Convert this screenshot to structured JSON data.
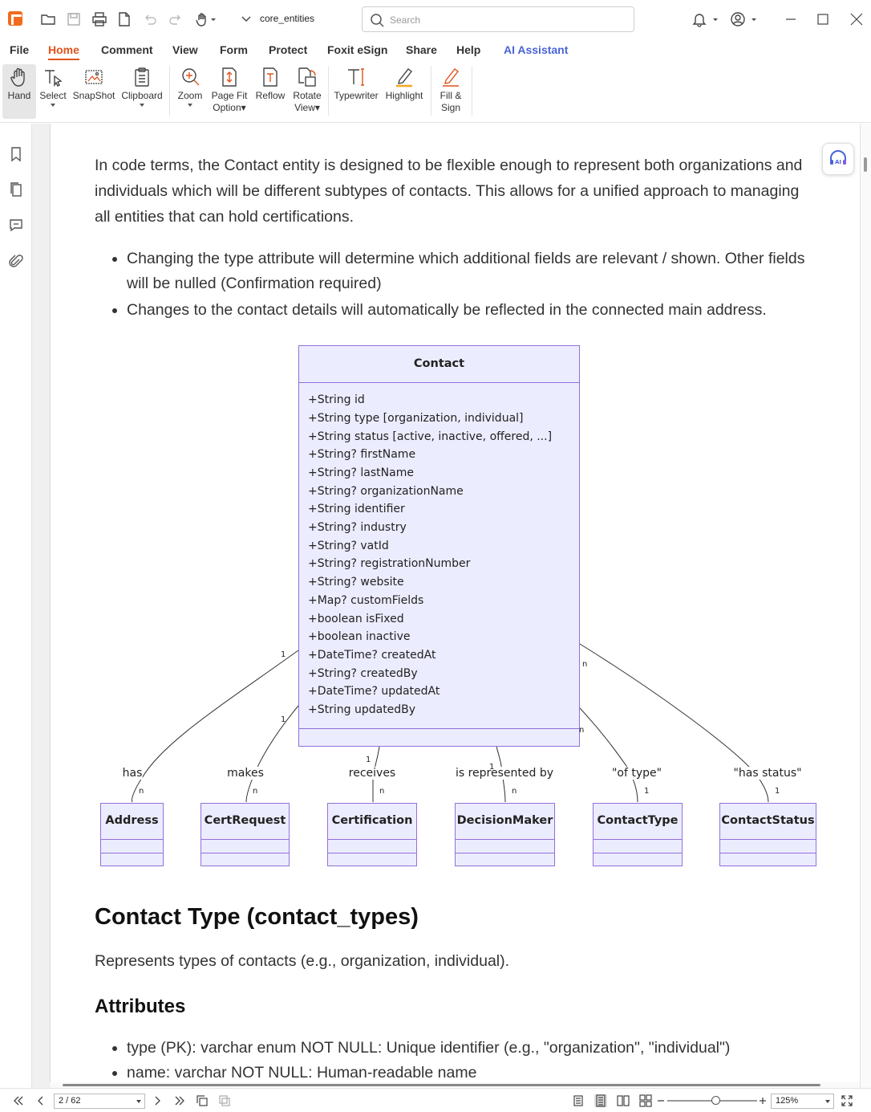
{
  "titlebar": {
    "doc_title": "core_entities",
    "search_placeholder": "Search"
  },
  "menu": {
    "items": [
      "File",
      "Home",
      "Comment",
      "View",
      "Form",
      "Protect",
      "Foxit eSign",
      "Share",
      "Help",
      "AI Assistant"
    ],
    "active": "Home"
  },
  "ribbon": {
    "hand": "Hand",
    "select": "Select",
    "snapshot": "SnapShot",
    "clipboard": "Clipboard",
    "zoom": "Zoom",
    "page_fit_1": "Page Fit",
    "page_fit_2": "Option",
    "reflow": "Reflow",
    "rotate_1": "Rotate",
    "rotate_2": "View",
    "typewriter": "Typewriter",
    "highlight": "Highlight",
    "fill_1": "Fill &",
    "fill_2": "Sign"
  },
  "document": {
    "intro_line1": "In code terms, the Contact entity is designed to be flexible enough to represent both organizations and",
    "intro_line2": "individuals which will be different subtypes of contacts. This allows for a unified approach to managing",
    "intro_line3": "all entities that can hold certifications.",
    "bullet1_line1": "Changing the type attribute will determine which additional fields are relevant / shown. Other fields",
    "bullet1_line2": "will be nulled (Confirmation required)",
    "bullet2": "Changes to the contact details will automatically be reflected in the connected main address.",
    "heading": "Contact Type (contact_types)",
    "heading_desc": "Represents types of contacts (e.g., organization, individual).",
    "subheading": "Attributes",
    "attr_bullet1": "type (PK): varchar enum NOT NULL: Unique identifier (e.g., \"organization\", \"individual\")",
    "attr_bullet2": "name: varchar NOT NULL: Human-readable name"
  },
  "diagram": {
    "contact": {
      "title": "Contact",
      "attributes": [
        "+String id",
        "+String type [organization, individual]",
        "+String status [active, inactive, offered, ...]",
        "+String? firstName",
        "+String? lastName",
        "+String? organizationName",
        "+String identifier",
        "+String? industry",
        "+String? vatId",
        "+String? registrationNumber",
        "+String? website",
        "+Map? customFields",
        "+boolean isFixed",
        "+boolean inactive",
        "+DateTime? createdAt",
        "+String? createdBy",
        "+DateTime? updatedAt",
        "+String updatedBy"
      ]
    },
    "classes": [
      "Address",
      "CertRequest",
      "Certification",
      "DecisionMaker",
      "ContactType",
      "ContactStatus"
    ],
    "relations": [
      {
        "label": "has",
        "from_mult": "1",
        "to_mult": "n"
      },
      {
        "label": "makes",
        "from_mult": "1",
        "to_mult": "n"
      },
      {
        "label": "receives",
        "from_mult": "1",
        "to_mult": "n"
      },
      {
        "label": "is represented by",
        "from_mult": "1",
        "to_mult": "n"
      },
      {
        "label": "\"of type\"",
        "from_mult": "n",
        "to_mult": "1"
      },
      {
        "label": "\"has status\"",
        "from_mult": "n",
        "to_mult": "1"
      }
    ]
  },
  "statusbar": {
    "page": "2 / 62",
    "zoom": "125%"
  },
  "colors": {
    "accent": "#e0531c",
    "ai_blue": "#4a63d8",
    "uml_fill": "#ececff",
    "uml_border": "#9370db"
  }
}
